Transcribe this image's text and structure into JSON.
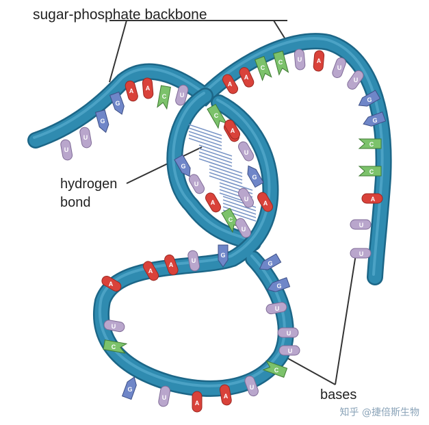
{
  "labels": {
    "backbone": "sugar-phosphate backbone",
    "hydrogen_bond_line1": "hydrogen",
    "hydrogen_bond_line2": "bond",
    "bases": "bases"
  },
  "watermark": "知乎 @捷倍斯生物",
  "colors": {
    "backbone": "#2f8bb0",
    "backbone_dark": "#1c6687",
    "A": "#d9423a",
    "U": "#b9a6cc",
    "G": "#6f86c8",
    "C": "#7cc26b",
    "hbond": "#7a95c6",
    "leader": "#333333"
  },
  "bases_upper_strand": [
    "U",
    "U",
    "G",
    "G",
    "A",
    "A",
    "C",
    "U"
  ],
  "bases_top_arc": [
    "A",
    "A",
    "C",
    "C",
    "U",
    "A",
    "U",
    "U"
  ],
  "bases_right_descent": [
    "G",
    "G",
    "C",
    "C",
    "A",
    "U",
    "U"
  ],
  "bases_paired_left": [
    "C",
    "A",
    "G",
    "U",
    "A",
    "C"
  ],
  "bases_paired_right": [
    "A",
    "U",
    "G",
    "U",
    "A",
    "U"
  ],
  "bases_loop_top": [
    "A",
    "A",
    "U",
    "G"
  ],
  "bases_loop_left": [
    "A",
    "U",
    "C"
  ],
  "bases_loop_right": [
    "G",
    "G",
    "U",
    "U",
    "U",
    "C"
  ],
  "bases_loop_bottom": [
    "G",
    "U",
    "A",
    "A",
    "U"
  ]
}
